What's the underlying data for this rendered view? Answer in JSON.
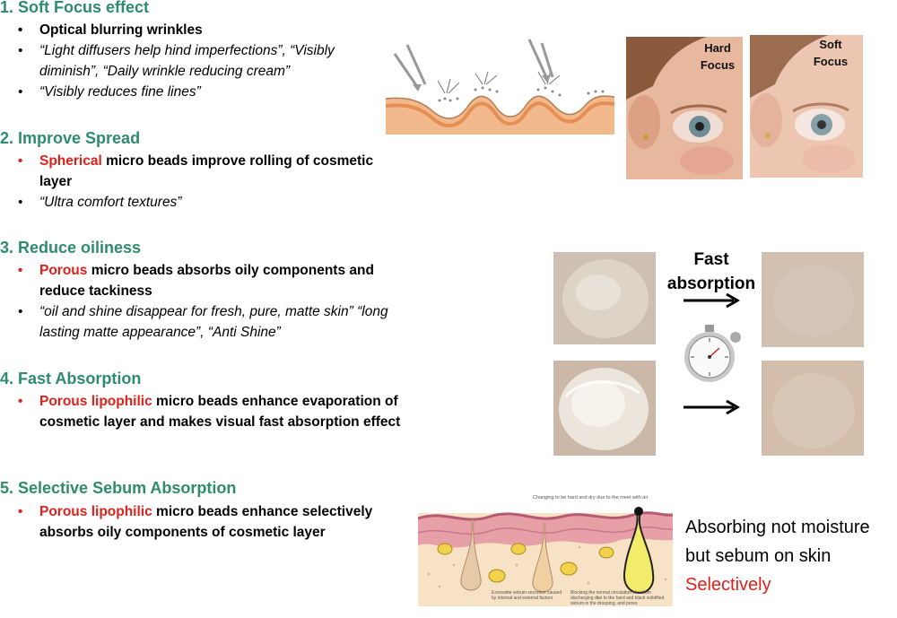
{
  "sections": [
    {
      "title": "1. Soft Focus effect",
      "bullets": [
        {
          "text": "Optical blurring wrinkles"
        },
        {
          "text": "“Light diffusers help hind imperfections”, “Visibly diminish”, “Daily wrinkle reducing cream”"
        },
        {
          "text": "“Visibly reduces fine lines”"
        }
      ]
    },
    {
      "title": "2. Improve Spread",
      "bullets": [
        {
          "highlight": "Spherical",
          "text": " micro beads improve rolling of cosmetic layer"
        },
        {
          "text": "“Ultra comfort textures”"
        }
      ]
    },
    {
      "title": "3. Reduce oiliness",
      "bullets": [
        {
          "highlight": "Porous",
          "text": " micro beads absorbs oily components and reduce tackiness"
        },
        {
          "text": "“oil and shine disappear for fresh, pure, matte skin” “long lasting matte appearance”,  “Anti Shine”"
        }
      ]
    },
    {
      "title": "4. Fast Absorption",
      "bullets": [
        {
          "highlight": "Porous lipophilic",
          "text": " micro beads enhance evaporation of cosmetic layer and makes visual fast absorption effect"
        }
      ]
    },
    {
      "title": "5. Selective Sebum Absorption",
      "bullets": [
        {
          "highlight": "Porous lipophilic",
          "text": " micro beads enhance selectively absorbs oily components of cosmetic layer"
        }
      ]
    }
  ],
  "focus_photos": {
    "hard_label_1": "Hard",
    "hard_label_2": "Focus",
    "soft_label_1": "Soft",
    "soft_label_2": "Focus"
  },
  "absorption": {
    "label_1": "Fast",
    "label_2": "absorption"
  },
  "sebum_diagram": {
    "top_note": "Changing to be hard and dry due to the meet with air",
    "note_left": "Excessive sebum secretion caused by internal and external factors",
    "note_right": "Blocking the normal circulation of sebum discharging due to the hard and black solidified sebum in the drooping, and pores"
  },
  "caption": {
    "line1": "Absorbing not moisture",
    "line2": "but sebum on skin",
    "line3": "Selectively"
  },
  "colors": {
    "section_title": "#2e8b6e",
    "highlight_red": "#e0201a"
  }
}
